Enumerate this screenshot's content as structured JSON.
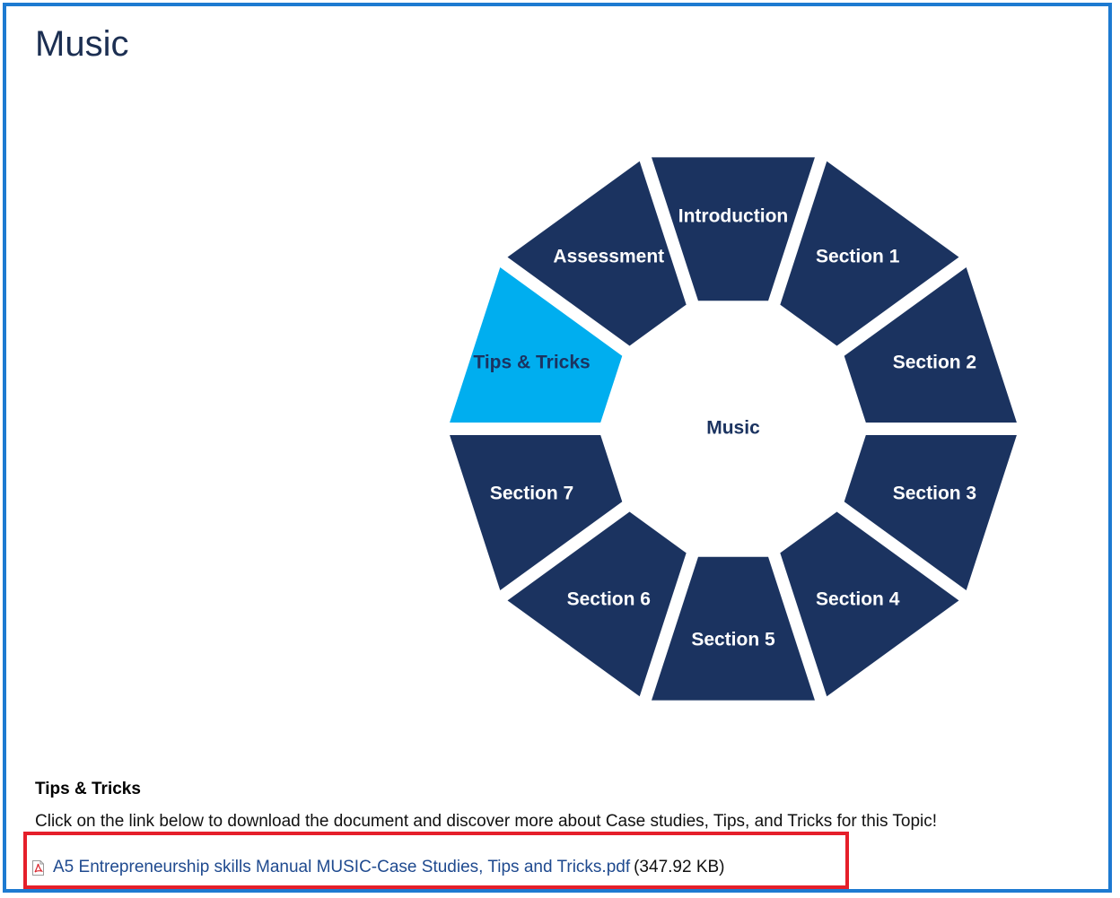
{
  "page": {
    "title": "Music"
  },
  "wheel": {
    "center_label": "Music",
    "active_segment": "Tips & Tricks",
    "colors": {
      "segment": "#1b3360",
      "active": "#00aeef",
      "segment_text": "#ffffff",
      "active_text": "#1b3360",
      "center_text": "#1b3360"
    },
    "segments": [
      {
        "label": "Introduction"
      },
      {
        "label": "Section 1"
      },
      {
        "label": "Section 2"
      },
      {
        "label": "Section 3"
      },
      {
        "label": "Section 4"
      },
      {
        "label": "Section 5"
      },
      {
        "label": "Section 6"
      },
      {
        "label": "Section 7"
      },
      {
        "label": "Tips & Tricks"
      },
      {
        "label": "Assessment"
      }
    ]
  },
  "content": {
    "heading": "Tips & Tricks",
    "description": "Click on the link below to download the document and discover more about Case studies, Tips, and Tricks for this Topic!",
    "file": {
      "icon": "pdf-file-icon",
      "name": "A5 Entrepreneurship skills Manual MUSIC-Case Studies, Tips and Tricks.pdf",
      "size": "(347.92 KB)"
    }
  },
  "highlight_color": "#e51f2a",
  "frame_color": "#1d7ad1"
}
